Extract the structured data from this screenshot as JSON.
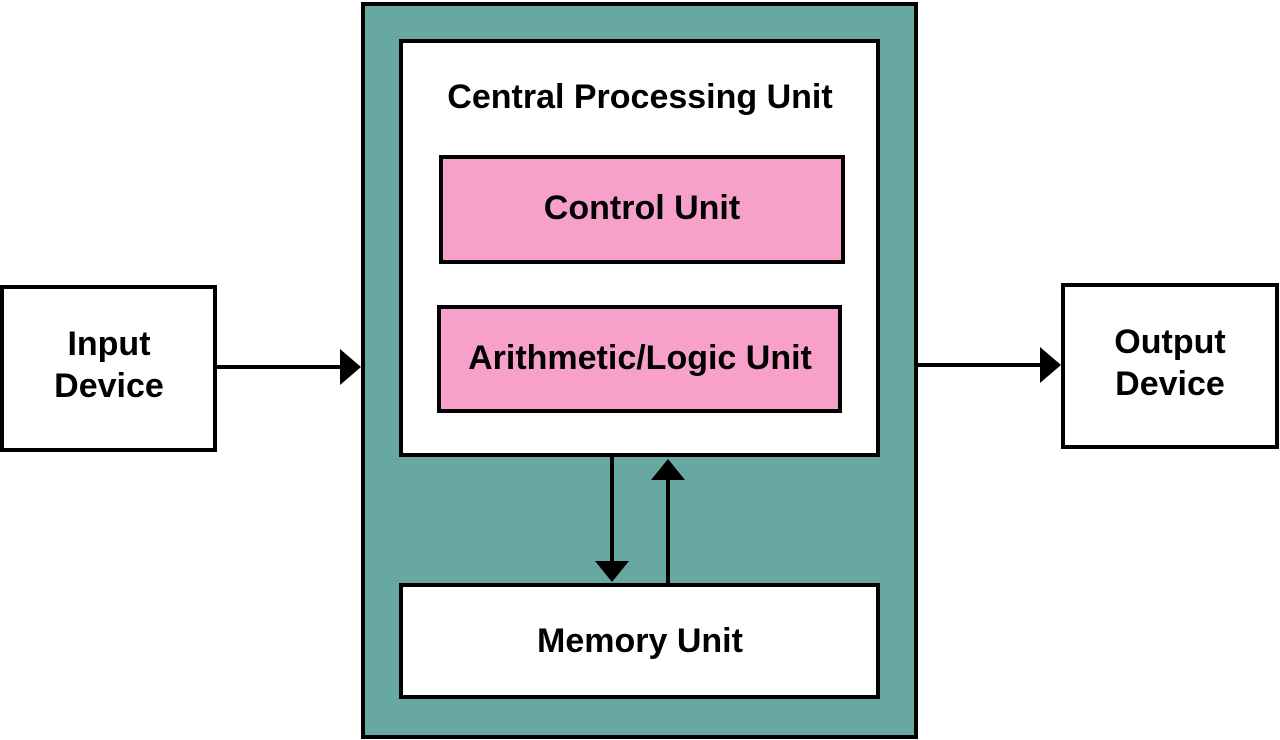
{
  "colors": {
    "system_fill": "#67a9a1",
    "cpu_fill": "#ffffff",
    "unit_fill": "#f7a0c9",
    "stroke": "#000000"
  },
  "input_device": {
    "line1": "Input",
    "line2": "Device"
  },
  "output_device": {
    "line1": "Output",
    "line2": "Device"
  },
  "cpu": {
    "title": "Central Processing Unit",
    "control_unit": "Control Unit",
    "alu": "Arithmetic/Logic Unit"
  },
  "memory_unit": {
    "label": "Memory Unit"
  }
}
